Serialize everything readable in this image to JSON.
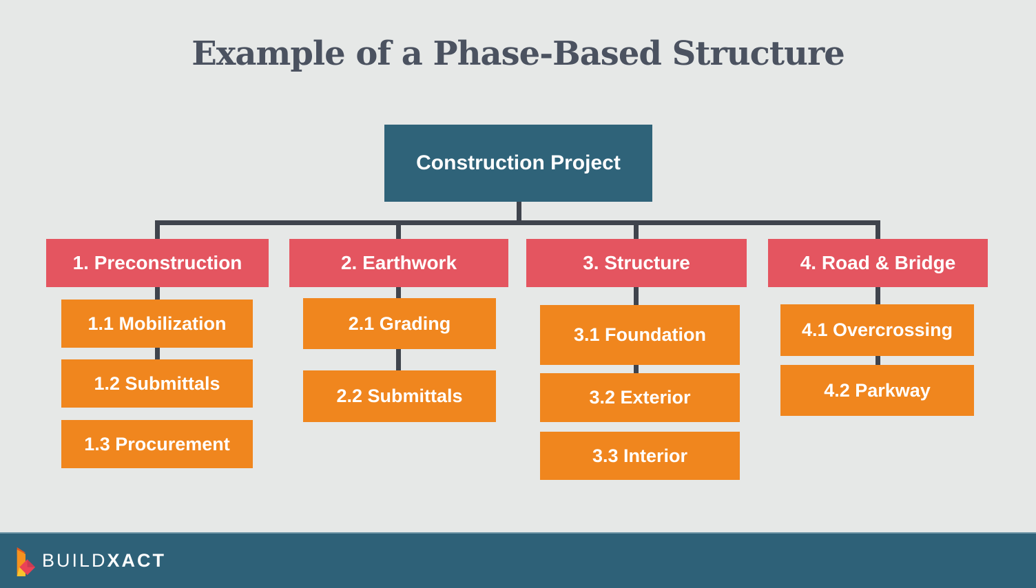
{
  "title": "Example of a Phase-Based Structure",
  "root": {
    "label": "Construction Project"
  },
  "phases": [
    {
      "label": "1. Preconstruction",
      "children": [
        "1.1 Mobilization",
        "1.2 Submittals",
        "1.3 Procurement"
      ]
    },
    {
      "label": "2. Earthwork",
      "children": [
        "2.1 Grading",
        "2.2 Submittals"
      ]
    },
    {
      "label": "3. Structure",
      "children": [
        "3.1 Foundation",
        "3.2 Exterior",
        "3.3 Interior"
      ]
    },
    {
      "label": "4. Road & Bridge",
      "children": [
        "4.1 Overcrossing",
        "4.2 Parkway"
      ]
    }
  ],
  "footer": {
    "brand_prefix": "BUILD",
    "brand_suffix": "XACT"
  },
  "colors": {
    "background": "#E6E8E7",
    "title_text": "#4B5260",
    "root_box": "#2F6379",
    "phase_box": "#E45560",
    "task_box": "#F0861E",
    "connector": "#3F444D",
    "footer_bar": "#2E6178",
    "box_text": "#FFFFFF",
    "logo_orange": "#F6921E",
    "logo_orange_dark": "#E1581F",
    "logo_pink": "#EA4256",
    "logo_red": "#C93B54",
    "logo_yellow": "#F9C32E"
  }
}
